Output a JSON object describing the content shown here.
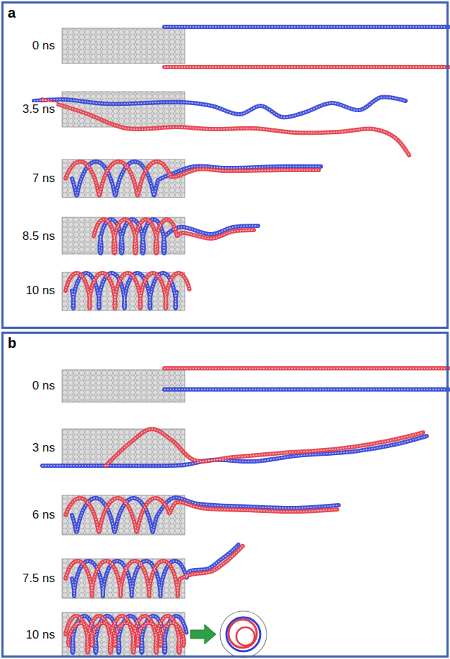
{
  "diagram": {
    "nodes": [
      {
        "text": [
          "a"
        ]
      },
      {
        "text": [
          "b"
        ]
      }
    ],
    "labels": [
      "0 ns",
      "3.5 ns",
      "7 ns",
      "8.5 ns",
      "10 ns",
      "0 ns",
      "3 ns",
      "6 ns",
      "7.5 ns",
      "10 ns"
    ]
  }
}
